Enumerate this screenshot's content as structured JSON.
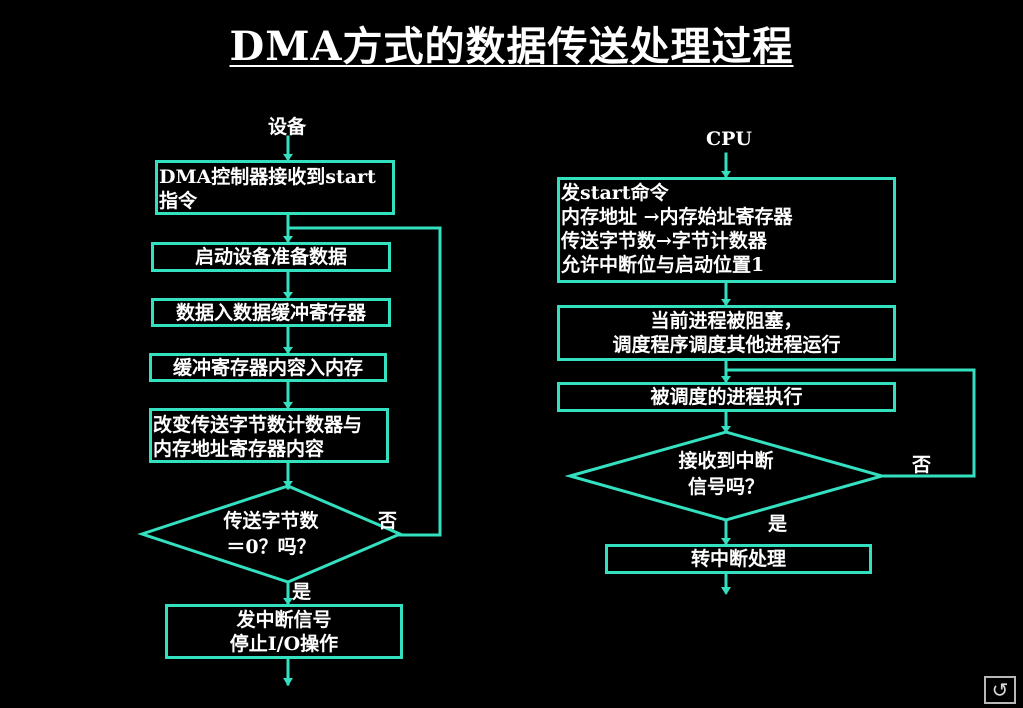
{
  "title": "DMA方式的数据传送处理过程",
  "left_flow": {
    "start_label": "设备",
    "step1_line1": "DMA控制器接收到start",
    "step1_line2": "指令",
    "step2": "启动设备准备数据",
    "step3": "数据入数据缓冲寄存器",
    "step4": "缓冲寄存器内容入内存",
    "step5_line1": "改变传送字节数计数器与",
    "step5_line2": "内存地址寄存器内容",
    "decision_line1": "传送字节数",
    "decision_line2": "＝0？吗？",
    "no_label": "否",
    "yes_label": "是",
    "end_line1": "发中断信号",
    "end_line2": "停止I/O操作"
  },
  "right_flow": {
    "start_label": "CPU",
    "step1_line1": "发start命令",
    "step1_line2": "内存地址 →内存始址寄存器",
    "step1_line3": "传送字节数→字节计数器",
    "step1_line4": "允许中断位与启动位置1",
    "step2_line1": "当前进程被阻塞，",
    "step2_line2": "调度程序调度其他进程运行",
    "step3": "被调度的进程执行",
    "decision_line1": "接收到中断",
    "decision_line2": "信号吗？",
    "no_label": "否",
    "yes_label": "是",
    "end": "转中断处理"
  },
  "colors": {
    "background": "#000000",
    "line": "#33e0c0",
    "text": "#ffffff"
  },
  "nav_icon": "return-icon"
}
